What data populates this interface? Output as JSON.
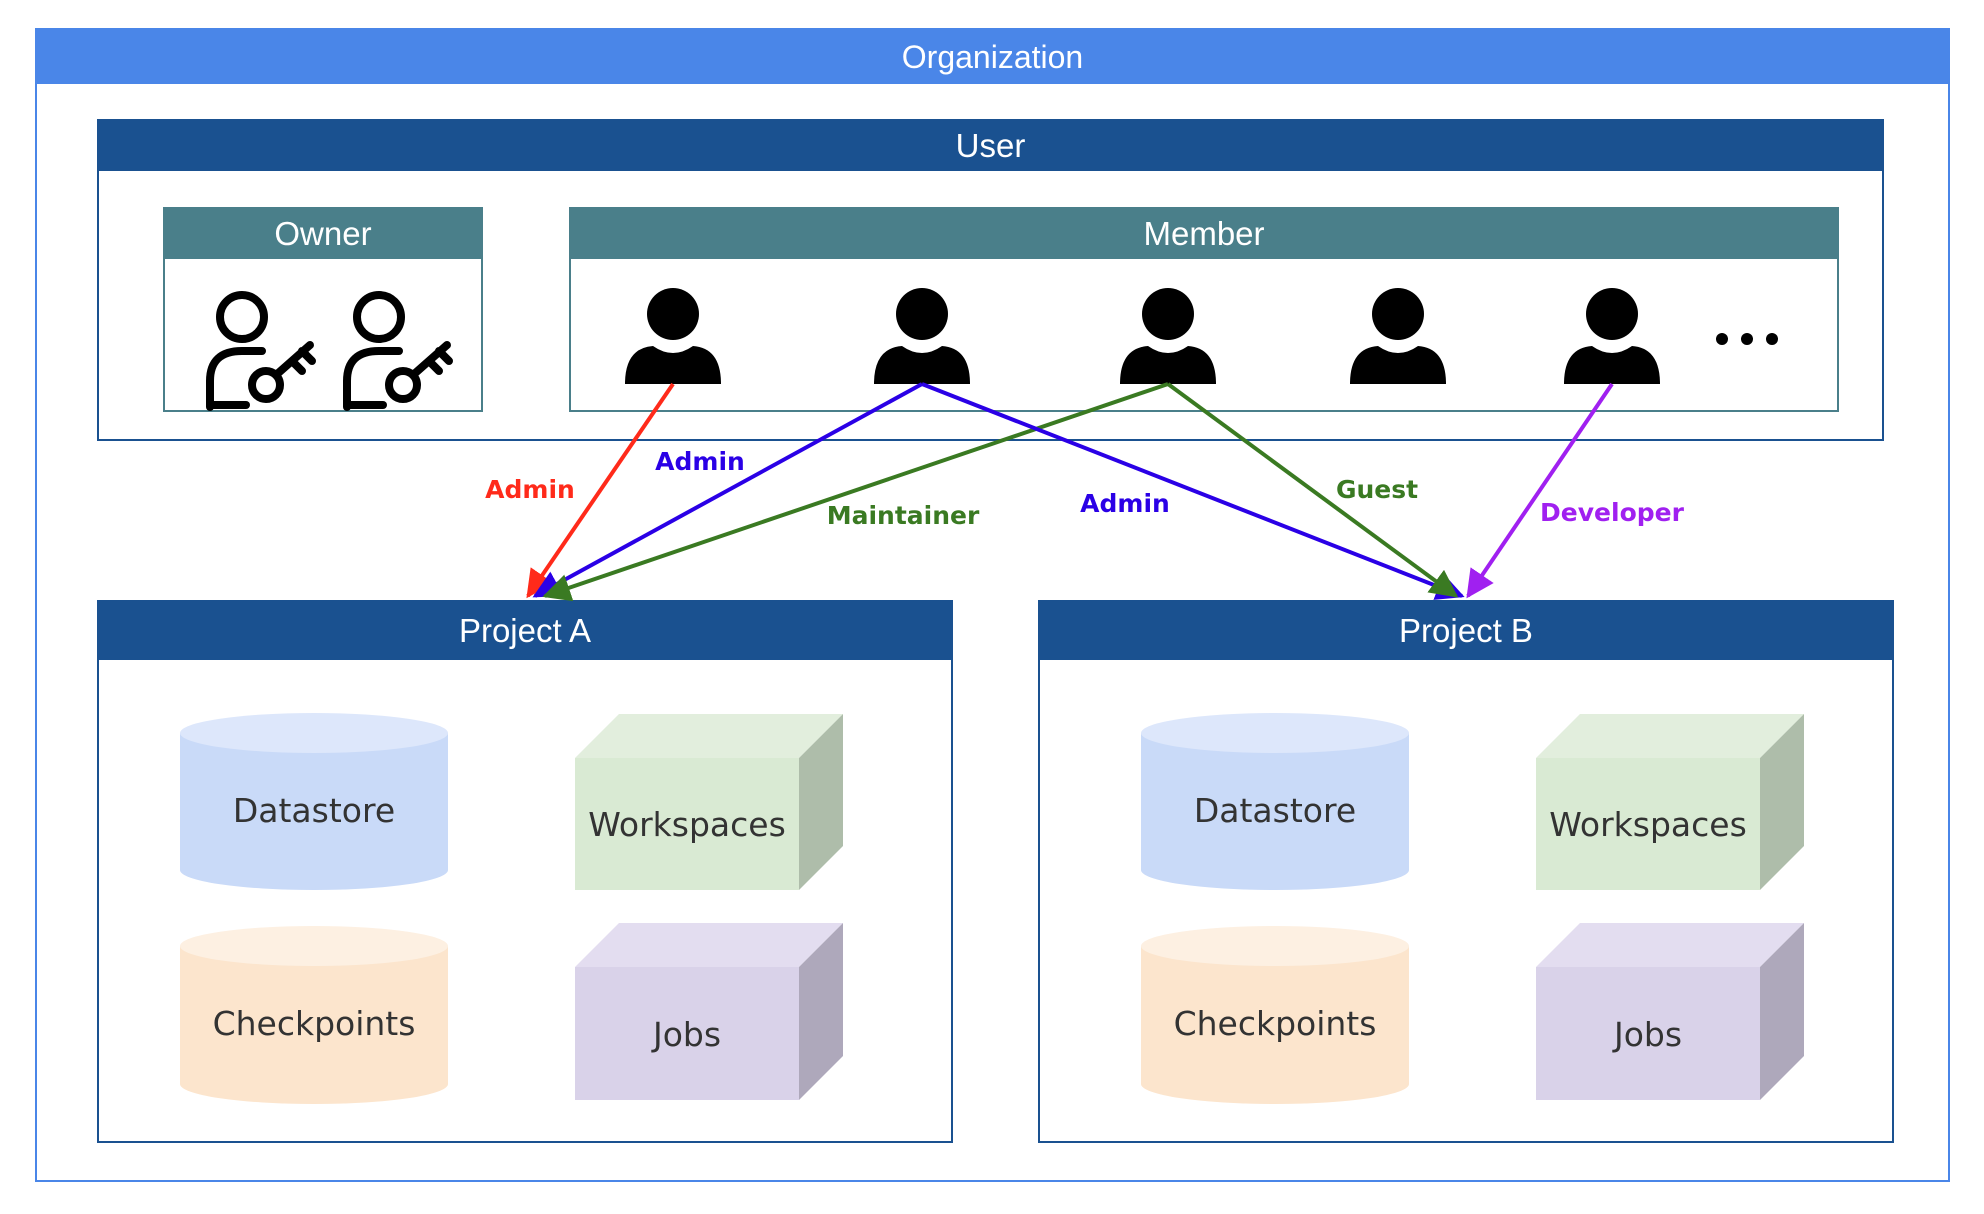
{
  "organization": {
    "title": "Organization"
  },
  "user": {
    "title": "User"
  },
  "owner": {
    "title": "Owner",
    "icons": [
      "user-key-icon",
      "user-key-icon"
    ]
  },
  "member": {
    "title": "Member",
    "icons": [
      "person-icon",
      "person-icon",
      "person-icon",
      "person-icon",
      "person-icon"
    ],
    "more": "..."
  },
  "projects": [
    {
      "title": "Project A",
      "resources": {
        "datastore": "Datastore",
        "checkpoints": "Checkpoints",
        "workspaces": "Workspaces",
        "jobs": "Jobs"
      }
    },
    {
      "title": "Project B",
      "resources": {
        "datastore": "Datastore",
        "checkpoints": "Checkpoints",
        "workspaces": "Workspaces",
        "jobs": "Jobs"
      }
    }
  ],
  "roles": [
    {
      "from": "member 1",
      "to": "Project A",
      "label": "Admin",
      "color": "#ff2a1a"
    },
    {
      "from": "member 2",
      "to": "Project A",
      "label": "Admin",
      "color": "#2a00e6"
    },
    {
      "from": "member 2",
      "to": "Project B",
      "label": "Admin",
      "color": "#2a00e6"
    },
    {
      "from": "member 3",
      "to": "Project A",
      "label": "Maintainer",
      "color": "#3a7a22"
    },
    {
      "from": "member 3",
      "to": "Project B",
      "label": "Guest",
      "color": "#3a7a22"
    },
    {
      "from": "member 5",
      "to": "Project B",
      "label": "Developer",
      "color": "#a020f0"
    }
  ],
  "colors": {
    "organization": "#4a86e8",
    "user": "#1a5190",
    "group": "#4a7f8a",
    "datastore": "#c9daf8",
    "checkpoints": "#fce5cd",
    "workspaces": "#d9ead3",
    "jobs": "#d9d2e9"
  }
}
